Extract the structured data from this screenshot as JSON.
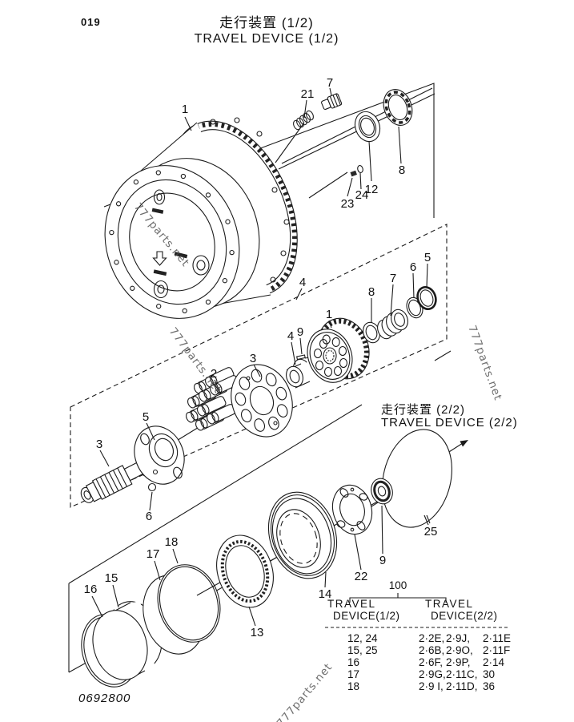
{
  "page": {
    "number": "019",
    "title_jp": "走行装置 (1/2)",
    "title_en": "TRAVEL DEVICE (1/2)",
    "footer_code": "0692800",
    "watermark": "777parts.net"
  },
  "section_ref": {
    "title_jp": "走行装置 (2/2)",
    "title_en": "TRAVEL DEVICE (2/2)"
  },
  "diagram": {
    "labels": {
      "housing": "1",
      "spring": "21",
      "plug": "7",
      "seal": "12",
      "bearing_top": "8",
      "plug23": "23",
      "oring24": "24",
      "case4": "4",
      "rotor1": "1",
      "bushing4": "4",
      "pin9": "9",
      "ring8": "8",
      "springs7": "7",
      "ring6": "6",
      "ring5": "5",
      "pistons2": "2",
      "plate3": "3",
      "shaft3": "3",
      "swash5": "5",
      "ball6": "6",
      "cover25": "25",
      "bearing9": "9",
      "plate22": "22",
      "ring14": "14",
      "disc13": "13",
      "r16": "16",
      "r15": "15",
      "r17": "17",
      "r18": "18"
    }
  },
  "table": {
    "group_ref": "100",
    "columns": [
      {
        "line1": "TRAVEL",
        "line2": "DEVICE(1/2)"
      },
      {
        "line1": "TRAVEL",
        "line2": "DEVICE(2/2)"
      }
    ],
    "rows": [
      {
        "ref": "12, 24",
        "c1": "2·2E,",
        "c2": "2·9J,",
        "c3": "2·11E"
      },
      {
        "ref": "15, 25",
        "c1": "2·6B,",
        "c2": "2·9O,",
        "c3": "2·11F"
      },
      {
        "ref": "16",
        "c1": "2·6F,",
        "c2": "2·9P,",
        "c3": "2·14"
      },
      {
        "ref": "17",
        "c1": "2·9G,",
        "c2": "2·11C,",
        "c3": "30"
      },
      {
        "ref": "18",
        "c1": "2·9 I,",
        "c2": "2·11D,",
        "c3": "36"
      }
    ]
  }
}
